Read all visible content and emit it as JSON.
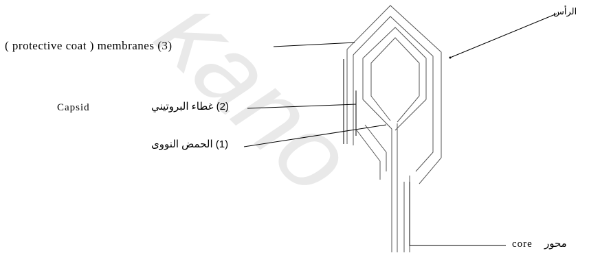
{
  "labels": {
    "head": "الرأس",
    "membranes": "( protective coat ) membranes (3)",
    "capsid_en": "Capsid",
    "protein_coat": "(2) غطاء البروتيني",
    "nucleic_acid": "(1) الحمض النووى",
    "core_en": "core",
    "core_ar": "محور"
  },
  "watermark": {
    "text": "kano"
  },
  "colors": {
    "line": "#000000",
    "watermark": "#e8e8e8",
    "background": "#ffffff"
  }
}
